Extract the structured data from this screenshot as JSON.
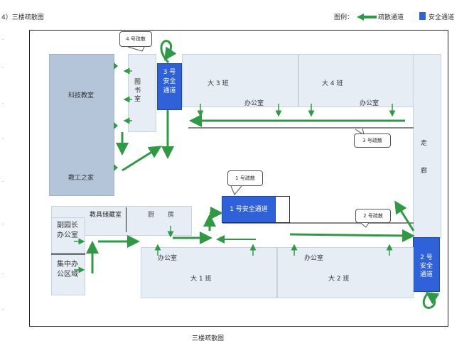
{
  "header": {
    "title": "4）三楼疏散图",
    "legend_prefix": "图例：",
    "legend_evac": "疏散通道",
    "legend_exit": "安全通道",
    "colors": {
      "route": "#2e9a44",
      "exit": "#2f62d8",
      "room": "#e6edf5",
      "room_dark": "#b4c5da"
    }
  },
  "rooms": {
    "keji": "科技教室",
    "jiaogong": "教工之家",
    "tushu": "图书室",
    "big3": "大 3 班",
    "big4": "大 4 班",
    "office_top1": "办公室",
    "office_top2": "办公室",
    "corridor": "走廊",
    "jiaoju": "教具储藏室",
    "kitchen_a": "厨",
    "kitchen_b": "房",
    "deputy": "副园长办公室",
    "jizhong": "集中办公区域",
    "office_bot1": "办公室",
    "office_bot2": "办公室",
    "big1": "大 1 班",
    "big2": "大 2 班"
  },
  "exits": {
    "exit3": "3 号安全通道",
    "exit1": "1 号安全通道",
    "exit2": "2 号安全通道"
  },
  "bubbles": {
    "b4": "4 号疏散",
    "b3": "3 号疏散",
    "b1": "1 号疏散",
    "b2": "2 号疏散"
  },
  "caption": "三楼疏散图"
}
